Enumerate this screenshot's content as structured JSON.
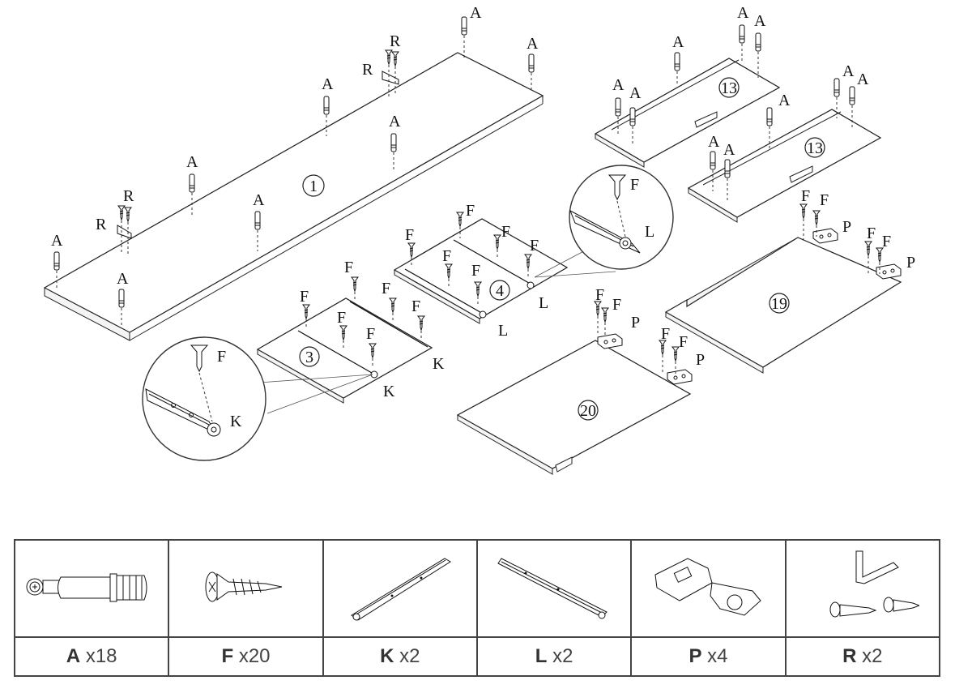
{
  "diagram": {
    "part_numbers": {
      "panel_1": "1",
      "panel_3": "3",
      "panel_4": "4",
      "panel_13a": "13",
      "panel_13b": "13",
      "panel_19": "19",
      "panel_20": "20"
    },
    "labels": {
      "A": "A",
      "F": "F",
      "K": "K",
      "L": "L",
      "P": "P",
      "R": "R"
    }
  },
  "parts": [
    {
      "code": "A",
      "qty": "x18",
      "icon": "cam-dowel-icon"
    },
    {
      "code": "F",
      "qty": "x20",
      "icon": "wood-screw-icon"
    },
    {
      "code": "K",
      "qty": "x2",
      "icon": "drawer-rail-k-icon"
    },
    {
      "code": "L",
      "qty": "x2",
      "icon": "drawer-rail-l-icon"
    },
    {
      "code": "P",
      "qty": "x4",
      "icon": "cabinet-hinge-icon"
    },
    {
      "code": "R",
      "qty": "x2",
      "icon": "angle-bracket-with-screws-icon"
    }
  ]
}
